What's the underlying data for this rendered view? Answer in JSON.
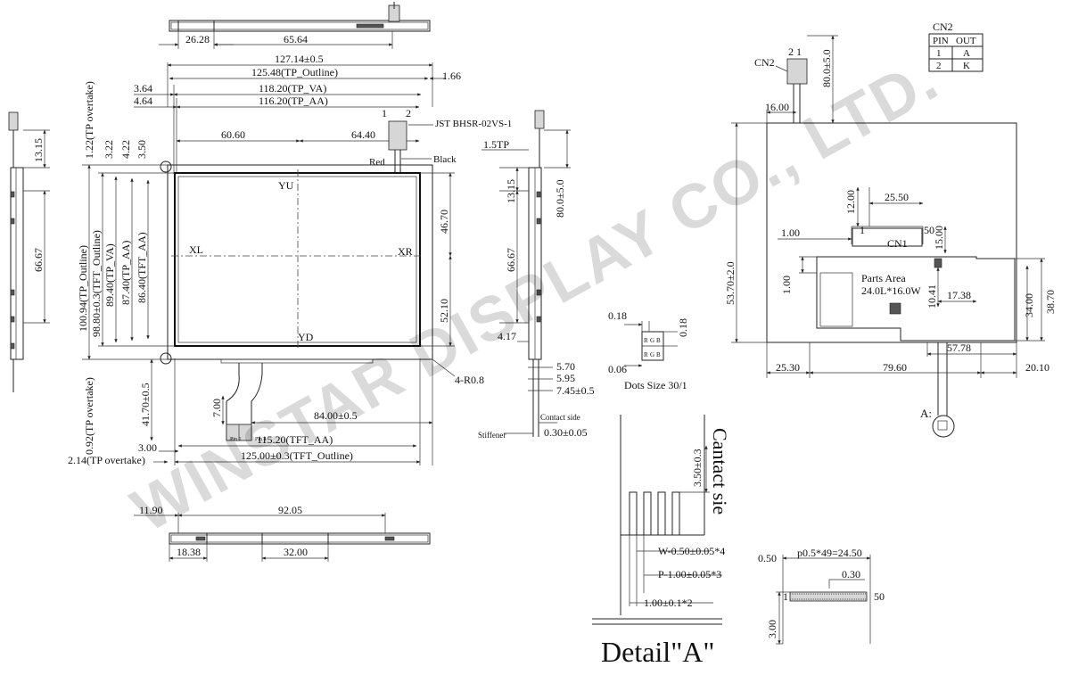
{
  "watermark": "WINSTAR DISPLAY CO., LTD.",
  "top_view": {
    "dim_a": "26.28",
    "dim_b": "65.64"
  },
  "front": {
    "w_total": "127.14±0.5",
    "w_tp_outline": "125.48(TP_Outline)",
    "w_tp_va": "118.20(TP_VA)",
    "w_tp_aa": "116.20(TP_AA)",
    "off_364": "3.64",
    "off_464": "4.64",
    "off_166": "1.66",
    "half_left": "60.60",
    "half_right": "64.40",
    "connector": "JST BHSR-02VS-1",
    "pin1": "1",
    "pin2": "2",
    "wire_red": "Red",
    "wire_black": "Black",
    "label_yu": "YU",
    "label_yd": "YD",
    "label_xl": "XL",
    "label_xr": "XR",
    "v_4670": "46.70",
    "v_5210": "52.10",
    "corner": "4-R0.8",
    "tp_overtake_top": "1.22(TP overtake)",
    "v_322": "3.22",
    "v_422": "4.22",
    "v_350": "3.50",
    "h_tp_outline": "100.94(TP_Outline)",
    "h_tft_outline": "98.80±0.3(TFT_Outline)",
    "h_tp_va": "89.40(TP_VA)",
    "h_tp_aa": "87.40(TP_AA)",
    "h_tft_aa": "86.40(TFT_AA)",
    "tp_overtake_bottom": "0.92(TP overtake)",
    "fpc_len": "41.70±0.5",
    "fpc_7": "7.00",
    "fpc_84": "84.00±0.5",
    "pin_1": "Pin 1",
    "pin_4": "Pin 4",
    "w_tft_aa": "115.20(TFT_AA)",
    "w_tft_outline": "125.00±0.3(TFT_Outline)",
    "off_300": "3.00",
    "tp_overtake_left": "2.14(TP overtake)"
  },
  "left_side": {
    "v_1315": "13.15",
    "v_6667": "66.67"
  },
  "bottom_view": {
    "a": "11.90",
    "b": "92.05",
    "c": "18.38",
    "d": "32.00"
  },
  "side_mid": {
    "tp": "1.5TP",
    "v_1315": "13.15",
    "v_6667": "66.67",
    "v_417": "4.17",
    "cable": "80.0±5.0",
    "t_570": "5.70",
    "t_595": "5.95",
    "t_745": "7.45±0.5",
    "stiffener": "Stiffener",
    "contact_side": "Contact side",
    "t_030": "0.30±0.05"
  },
  "dots": {
    "d018_top": "0.18",
    "d018_side": "0.18",
    "d006": "0.06",
    "caption": "Dots Size 30/1",
    "r": "R",
    "g": "G",
    "b": "B"
  },
  "detail": {
    "h_350": "3.50±0.3",
    "contact": "Cantact sie",
    "w": "W-0.50±0.05*4",
    "p": "P-1.00±0.05*3",
    "t": "1.00±0.1*2",
    "title": "Detail\"A\""
  },
  "back": {
    "cn2": "CN2",
    "pins_21": "2 1",
    "cable": "80.0±5.0",
    "d_1600": "16.00",
    "d_1200": "12.00",
    "d_2550": "25.50",
    "d_100a": "1.00",
    "d_100b": "1.00",
    "n1": "1",
    "n50": "50",
    "cn1": "CN1",
    "d_1500": "15.00",
    "d_5370": "53.70±2.0",
    "parts_title": "Parts Area",
    "parts_size": "24.0L*16.0W",
    "d_1041": "10.41",
    "d_1738": "17.38",
    "d_3400": "34.00",
    "d_3870": "38.70",
    "d_5778": "57.78",
    "d_2530": "25.30",
    "d_7960": "79.60",
    "d_2010": "20.10",
    "label_a": "A:"
  },
  "pinout": {
    "title": "CN2",
    "headers": [
      "PIN",
      "OUT"
    ],
    "rows": [
      [
        "1",
        "A"
      ],
      [
        "2",
        "K"
      ]
    ]
  },
  "fpc_pitch": {
    "d_050": "0.50",
    "pitch": "p0.5*49=24.50",
    "d_030": "0.30",
    "n1": "1",
    "n50": "50",
    "d_300": "3.00"
  }
}
